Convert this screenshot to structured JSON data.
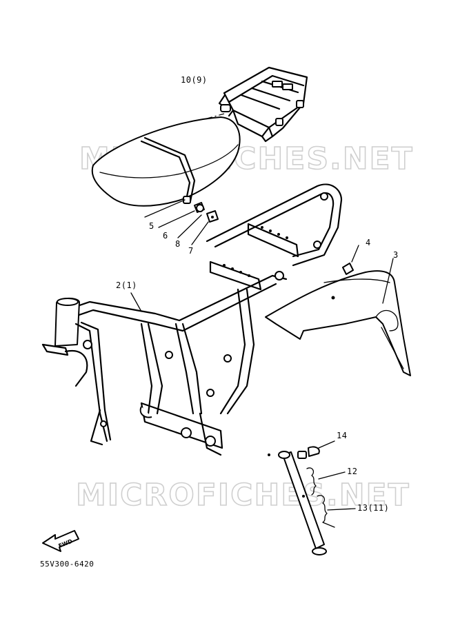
{
  "watermark": {
    "top": "MICROFICHES.NET",
    "bottom": "MICROFICHES.NET"
  },
  "callouts": {
    "rear_carrier": "10(9)",
    "seat_band_bolt": "5",
    "nut": "6",
    "washer": "8",
    "bolt": "7",
    "frame": "2(1)",
    "fender_nut": "4",
    "rear_fender": "3",
    "clip": "14",
    "spring": "12",
    "spring_stand": "13(11)"
  },
  "fwd_arrow": {
    "label": "FWD"
  },
  "drawing_code": "55V300-6420",
  "colors": {
    "ink": "#000000",
    "watermark": "#cfcfcf",
    "background": "#ffffff"
  }
}
